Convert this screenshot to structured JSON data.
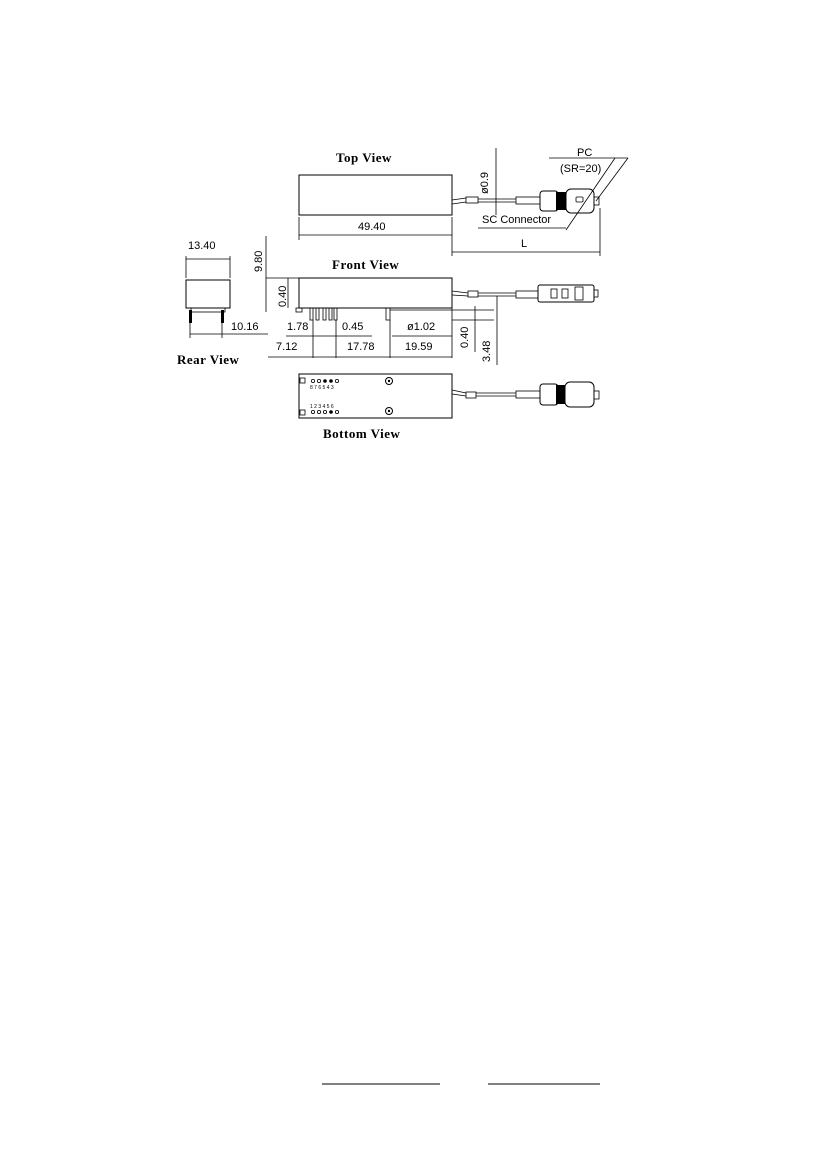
{
  "views": {
    "top": "Top  View",
    "front": "Front  View",
    "rear": "Rear  View",
    "bottom": "Bottom    View"
  },
  "labels": {
    "pc": "PC",
    "sr": "(SR=20)",
    "connector": "SC Connector",
    "fiber_dia": "ø0.9",
    "length": "L"
  },
  "dimensions": {
    "body_length": "49.40",
    "width": "13.40",
    "height": "9.80",
    "d_040_front": "0.40",
    "d_1016": "10.16",
    "d_178": "1.78",
    "d_045": "0.45",
    "d_pin_dia": "ø1.02",
    "d_712": "7.12",
    "d_1778": "17.78",
    "d_1959": "19.59",
    "d_040_right": "0.40",
    "d_348": "3.48"
  },
  "pin_marks": {
    "top_row": "8 7 6 5 4 3",
    "bottom_row": "1 2 3 4 5 6"
  }
}
